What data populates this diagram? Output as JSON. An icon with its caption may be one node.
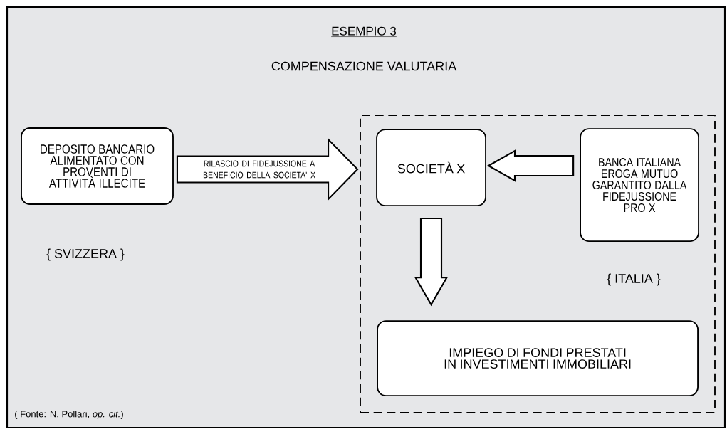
{
  "diagram": {
    "title": "ESEMPIO 3",
    "nodes": [
      {
        "text": [
          "DEPOSITO BANCARIO ALIMENTATO CON PROVENTI DI ATTIVITÀ ILLECITE"
        ]
      },
      {
        "text": [],
        "shape": "box"
      },
      {
        "text": [
          "SOCIETÀ X"
        ],
        "in": 1
      },
      {
        "text": [
          "BANCA ITALIANA EROGA MUTUO GARANTITO DALLA FIDEJUSSIONE PRO X"
        ],
        "in": 1
      },
      {
        "text": [
          "IMPIEGO DI FONDI PRESTATI IN INVESTIMENTI IMMOBILIARI"
        ],
        "in": 1
      }
    ],
    "edges": [
      {
        "from": 0,
        "to": 1,
        "arrow": "to",
        "label": "RILASCIO DI FIDEJUSSIONE A BENEFICIO DELLA SOCIETA' X"
      },
      {
        "from": 3,
        "to": 2,
        "arrow": "to"
      },
      {
        "from": 2,
        "to": 4,
        "arrow": "to"
      }
    ],
    "labels": [
      "COMPENSAZIONE VALUTARIA",
      "{ SVIZZERA }",
      "{   ITALIA   }",
      "( Fonte: N. Pollari, *op. cit.*)"
    ]
  }
}
